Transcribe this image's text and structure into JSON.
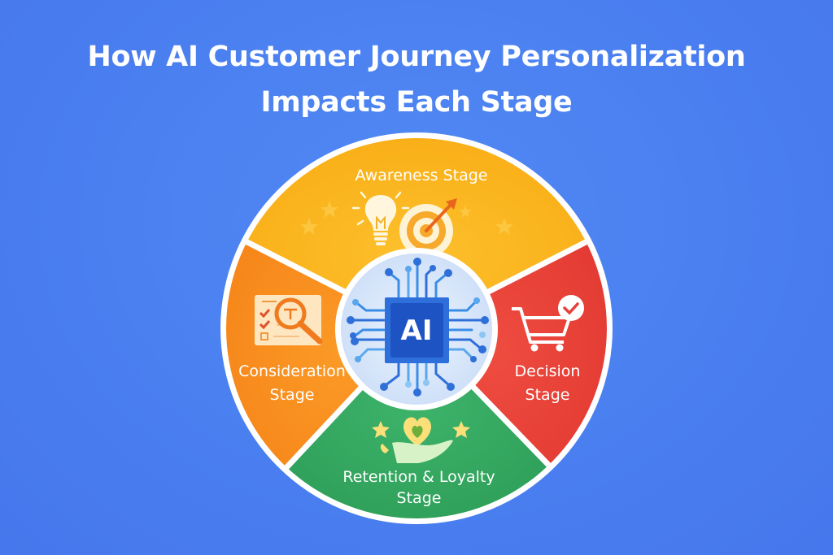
{
  "title": {
    "line1": "How AI Customer Journey Personalization",
    "line2": "Impacts Each Stage"
  },
  "hub": {
    "label": "AI",
    "icon": "ai-chip-circuit-icon"
  },
  "stages": [
    {
      "id": "awareness",
      "label_line1": "Awareness Stage",
      "label_line2": "",
      "color": "#fbb41f",
      "icon": "lightbulb-and-target-icon"
    },
    {
      "id": "consideration",
      "label_line1": "Consideration",
      "label_line2": "Stage",
      "color": "#f98f1e",
      "icon": "checklist-magnifier-icon"
    },
    {
      "id": "decision",
      "label_line1": "Decision",
      "label_line2": "Stage",
      "color": "#eb4438",
      "icon": "shopping-cart-check-icon"
    },
    {
      "id": "retention",
      "label_line1": "Retention & Loyalty",
      "label_line2": "Stage",
      "color": "#35a961",
      "icon": "hand-heart-stars-icon"
    }
  ],
  "colors": {
    "background": "#4a7ff0",
    "rim": "#ffffff",
    "hub_fill": "#dce9fb",
    "chip": "#1f5fd6"
  }
}
